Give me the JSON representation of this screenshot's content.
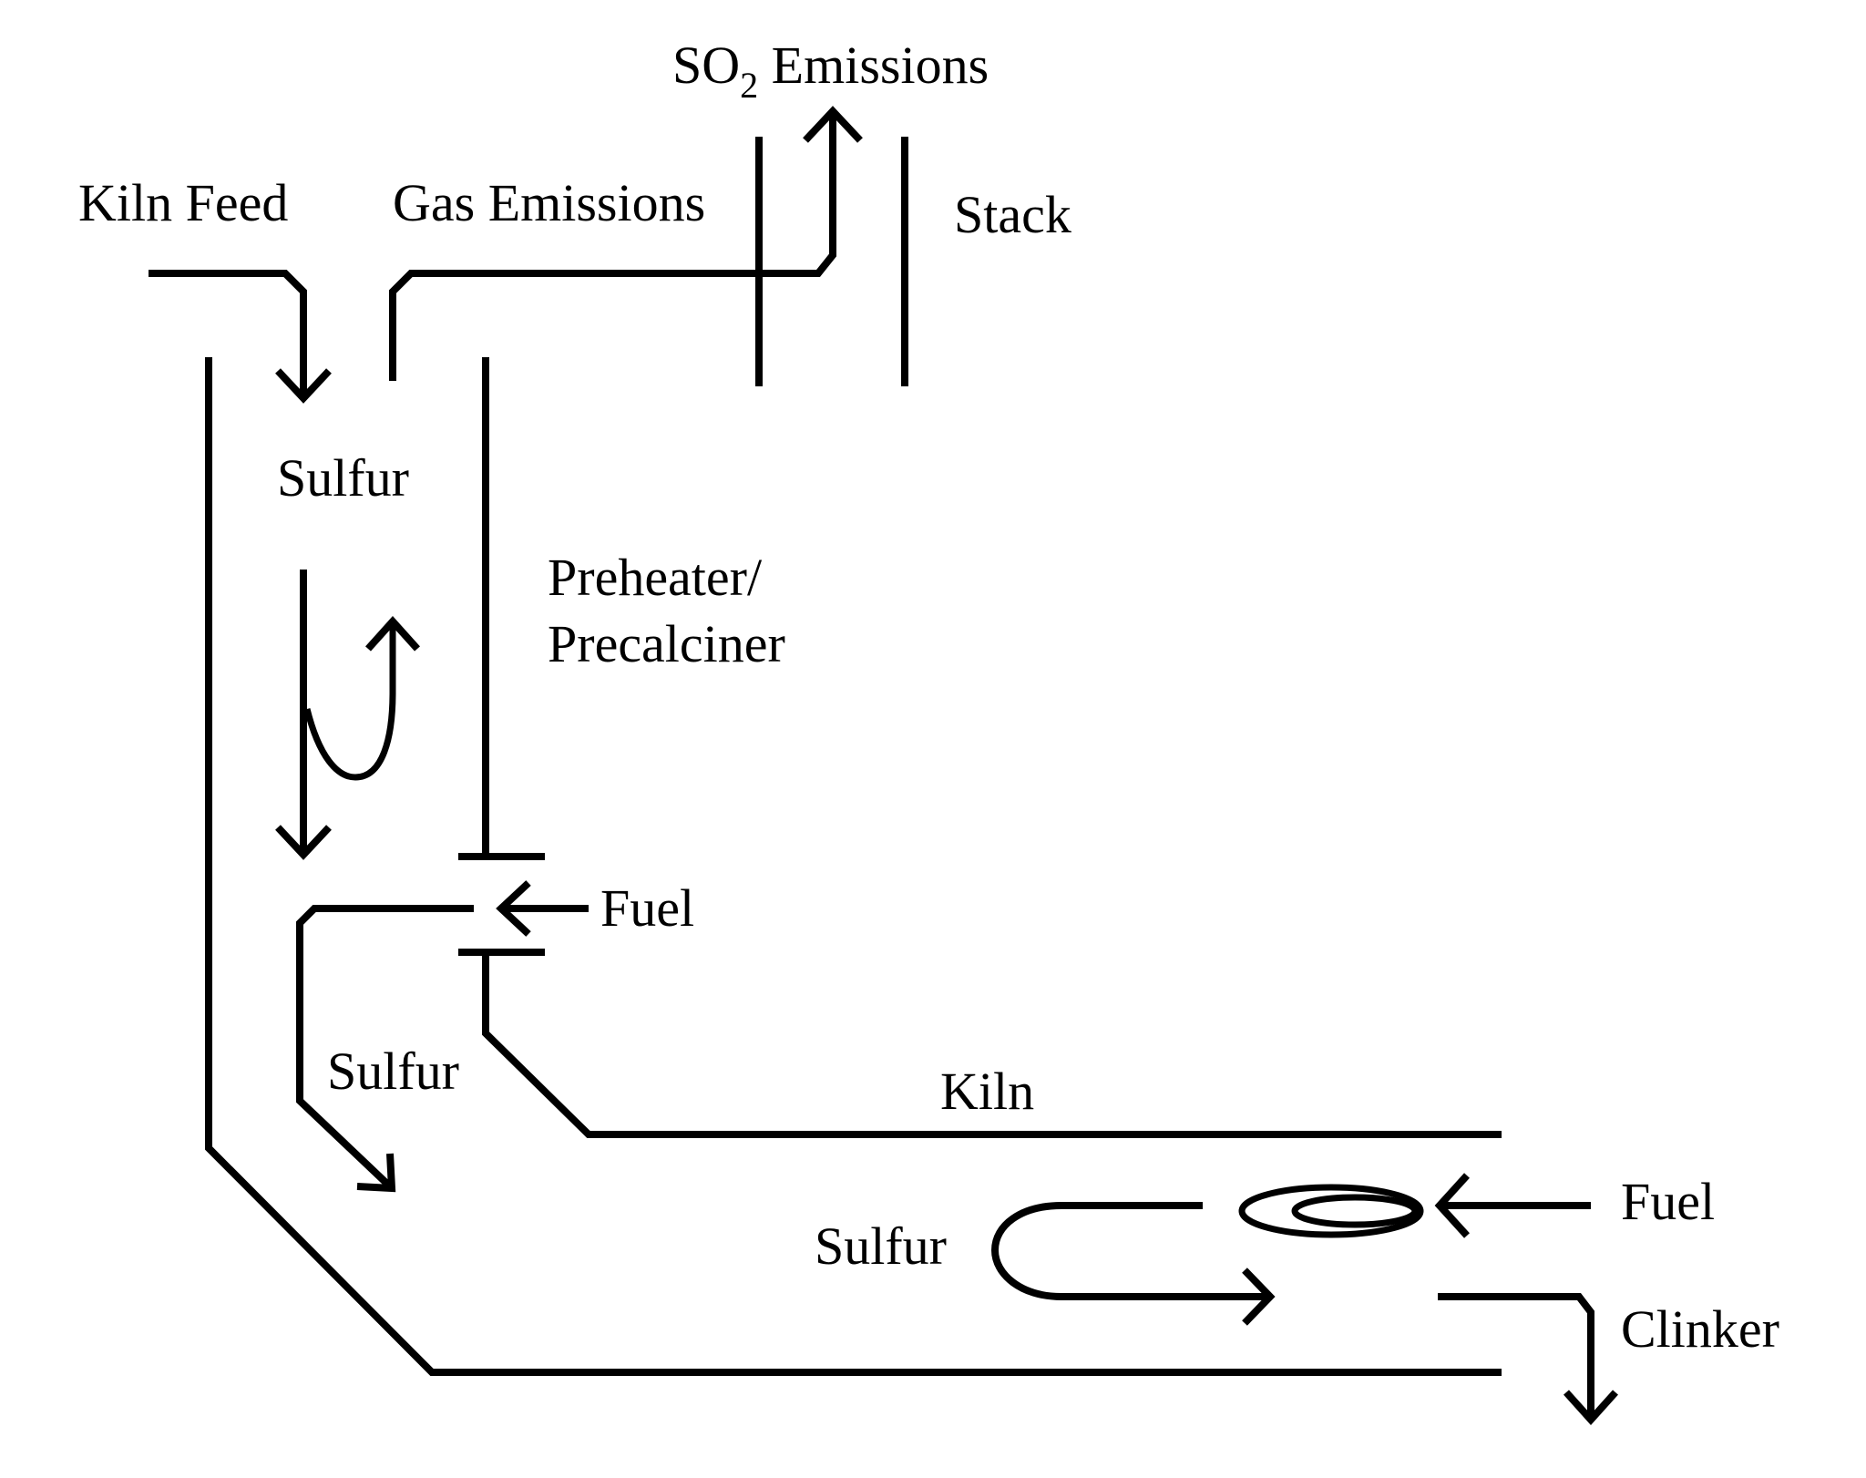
{
  "diagram": {
    "title": "Sulfur cycle in cement kiln system",
    "labels": {
      "kiln_feed": "Kiln Feed",
      "gas_emissions": "Gas Emissions",
      "so2_prefix": "SO",
      "so2_sub": "2",
      "so2_suffix": " Emissions",
      "stack": "Stack",
      "sulfur_top": "Sulfur",
      "preheater_line1": "Preheater/",
      "preheater_line2": "Precalciner",
      "fuel_calciner": "Fuel",
      "sulfur_mid": "Sulfur",
      "kiln": "Kiln",
      "fuel_kiln": "Fuel",
      "sulfur_kiln": "Sulfur",
      "clinker": "Clinker"
    },
    "colors": {
      "line": "#000000",
      "background": "#ffffff"
    }
  }
}
